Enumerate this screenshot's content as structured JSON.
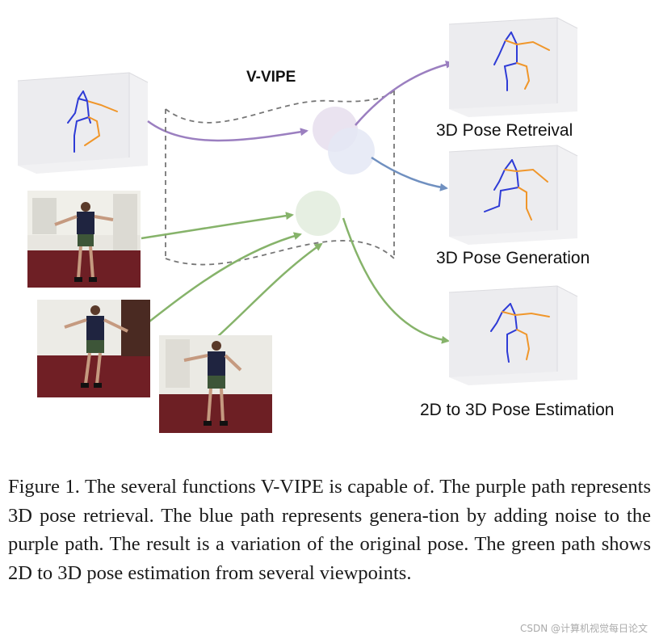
{
  "diagram": {
    "model_name": "V-VIPE",
    "outputs": [
      {
        "label": "3D Pose Retreival"
      },
      {
        "label": "3D Pose Generation"
      },
      {
        "label": "2D to 3D Pose Estimation"
      }
    ],
    "colors": {
      "purple_path": "#9b7fc0",
      "blue_path": "#7090c0",
      "green_path": "#86b36a",
      "left_limbs": "#2e3bd6",
      "right_limbs": "#f0962a"
    }
  },
  "caption": {
    "text": "Figure 1. The several functions V-VIPE is capable of. The purple path represents 3D pose retrieval. The blue path represents genera-­tion by adding noise to the purple path. The result is a variation of the original pose. The green path shows 2D to 3D pose estimation from several viewpoints."
  },
  "watermark": "CSDN @计算机视觉每日论文"
}
